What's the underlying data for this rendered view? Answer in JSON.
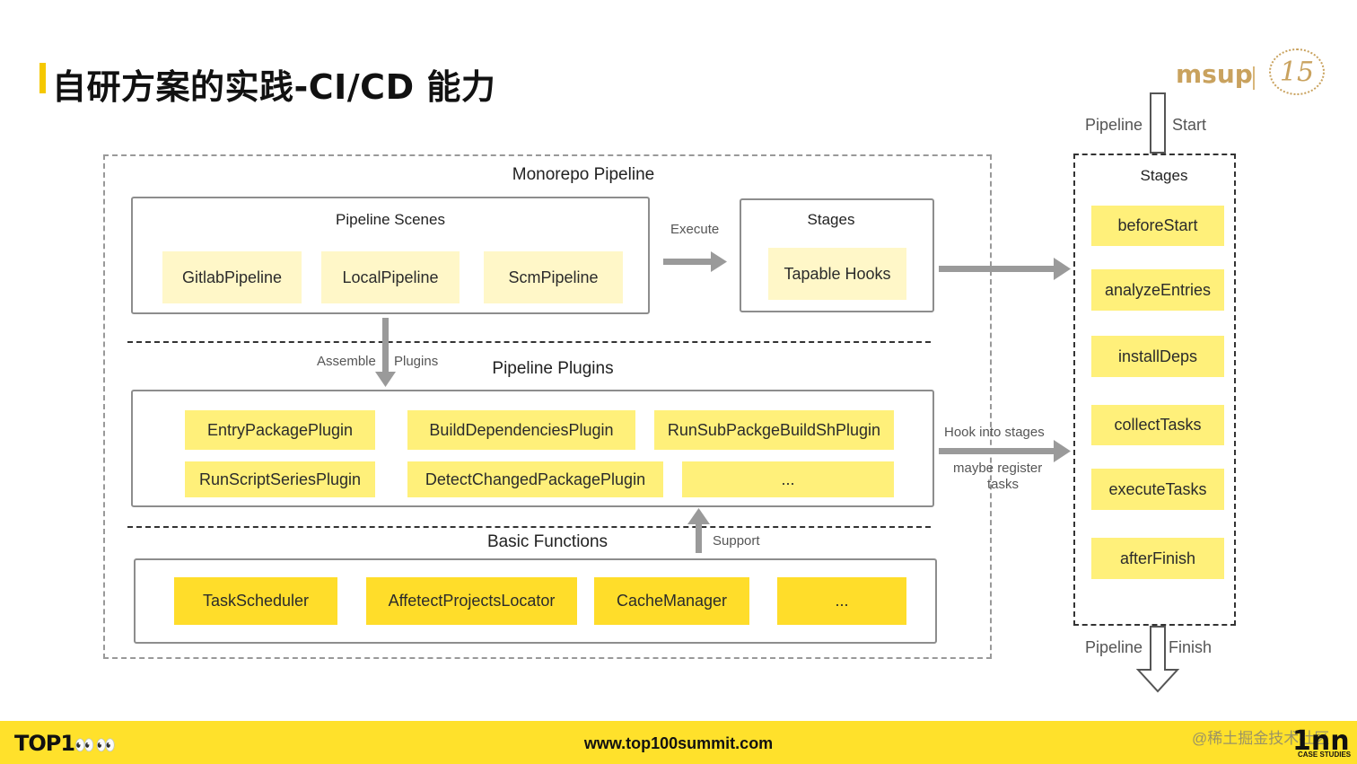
{
  "slide": {
    "title": "自研方案的实践-CI/CD 能力",
    "logo_text": "msup",
    "logo_badge": "15"
  },
  "monorepo": {
    "title": "Monorepo Pipeline",
    "scenes": {
      "title": "Pipeline Scenes",
      "items": [
        "GitlabPipeline",
        "LocalPipeline",
        "ScmPipeline"
      ]
    },
    "execute_label": "Execute",
    "stages_box": {
      "title": "Stages",
      "item": "Tapable Hooks"
    },
    "assemble_left": "Assemble",
    "assemble_right": "Plugins",
    "plugins": {
      "title": "Pipeline Plugins",
      "items": [
        "EntryPackagePlugin",
        "BuildDependenciesPlugin",
        "RunSubPackgeBuildShPlugin",
        "RunScriptSeriesPlugin",
        "DetectChangedPackagePlugin",
        "..."
      ]
    },
    "support_label": "Support",
    "basic": {
      "title": "Basic Functions",
      "items": [
        "TaskScheduler",
        "AffetectProjectsLocator",
        "CacheManager",
        "..."
      ]
    },
    "hook_label": "Hook into stages",
    "maybe_label_1": "maybe register",
    "maybe_label_2": "tasks"
  },
  "stages_flow": {
    "start_left": "Pipeline",
    "start_right": "Start",
    "title": "Stages",
    "items": [
      "beforeStart",
      "analyzeEntries",
      "installDeps",
      "collectTasks",
      "executeTasks",
      "afterFinish"
    ],
    "finish_left": "Pipeline",
    "finish_right": "Finish"
  },
  "footer": {
    "brand": "TOP1",
    "url": "www.top100summit.com",
    "case_logo": "1nn",
    "case_sub": "CASE STUDIES",
    "watermark": "@稀土掘金技术社区"
  },
  "colors": {
    "accent_yellow": "#ffe12b",
    "pale_yellow": "#fff7c8",
    "mid_yellow": "#fff07a",
    "strong_yellow": "#ffdd2a",
    "gold": "#c9a25e",
    "arrow_gray": "#9a9a9a"
  }
}
